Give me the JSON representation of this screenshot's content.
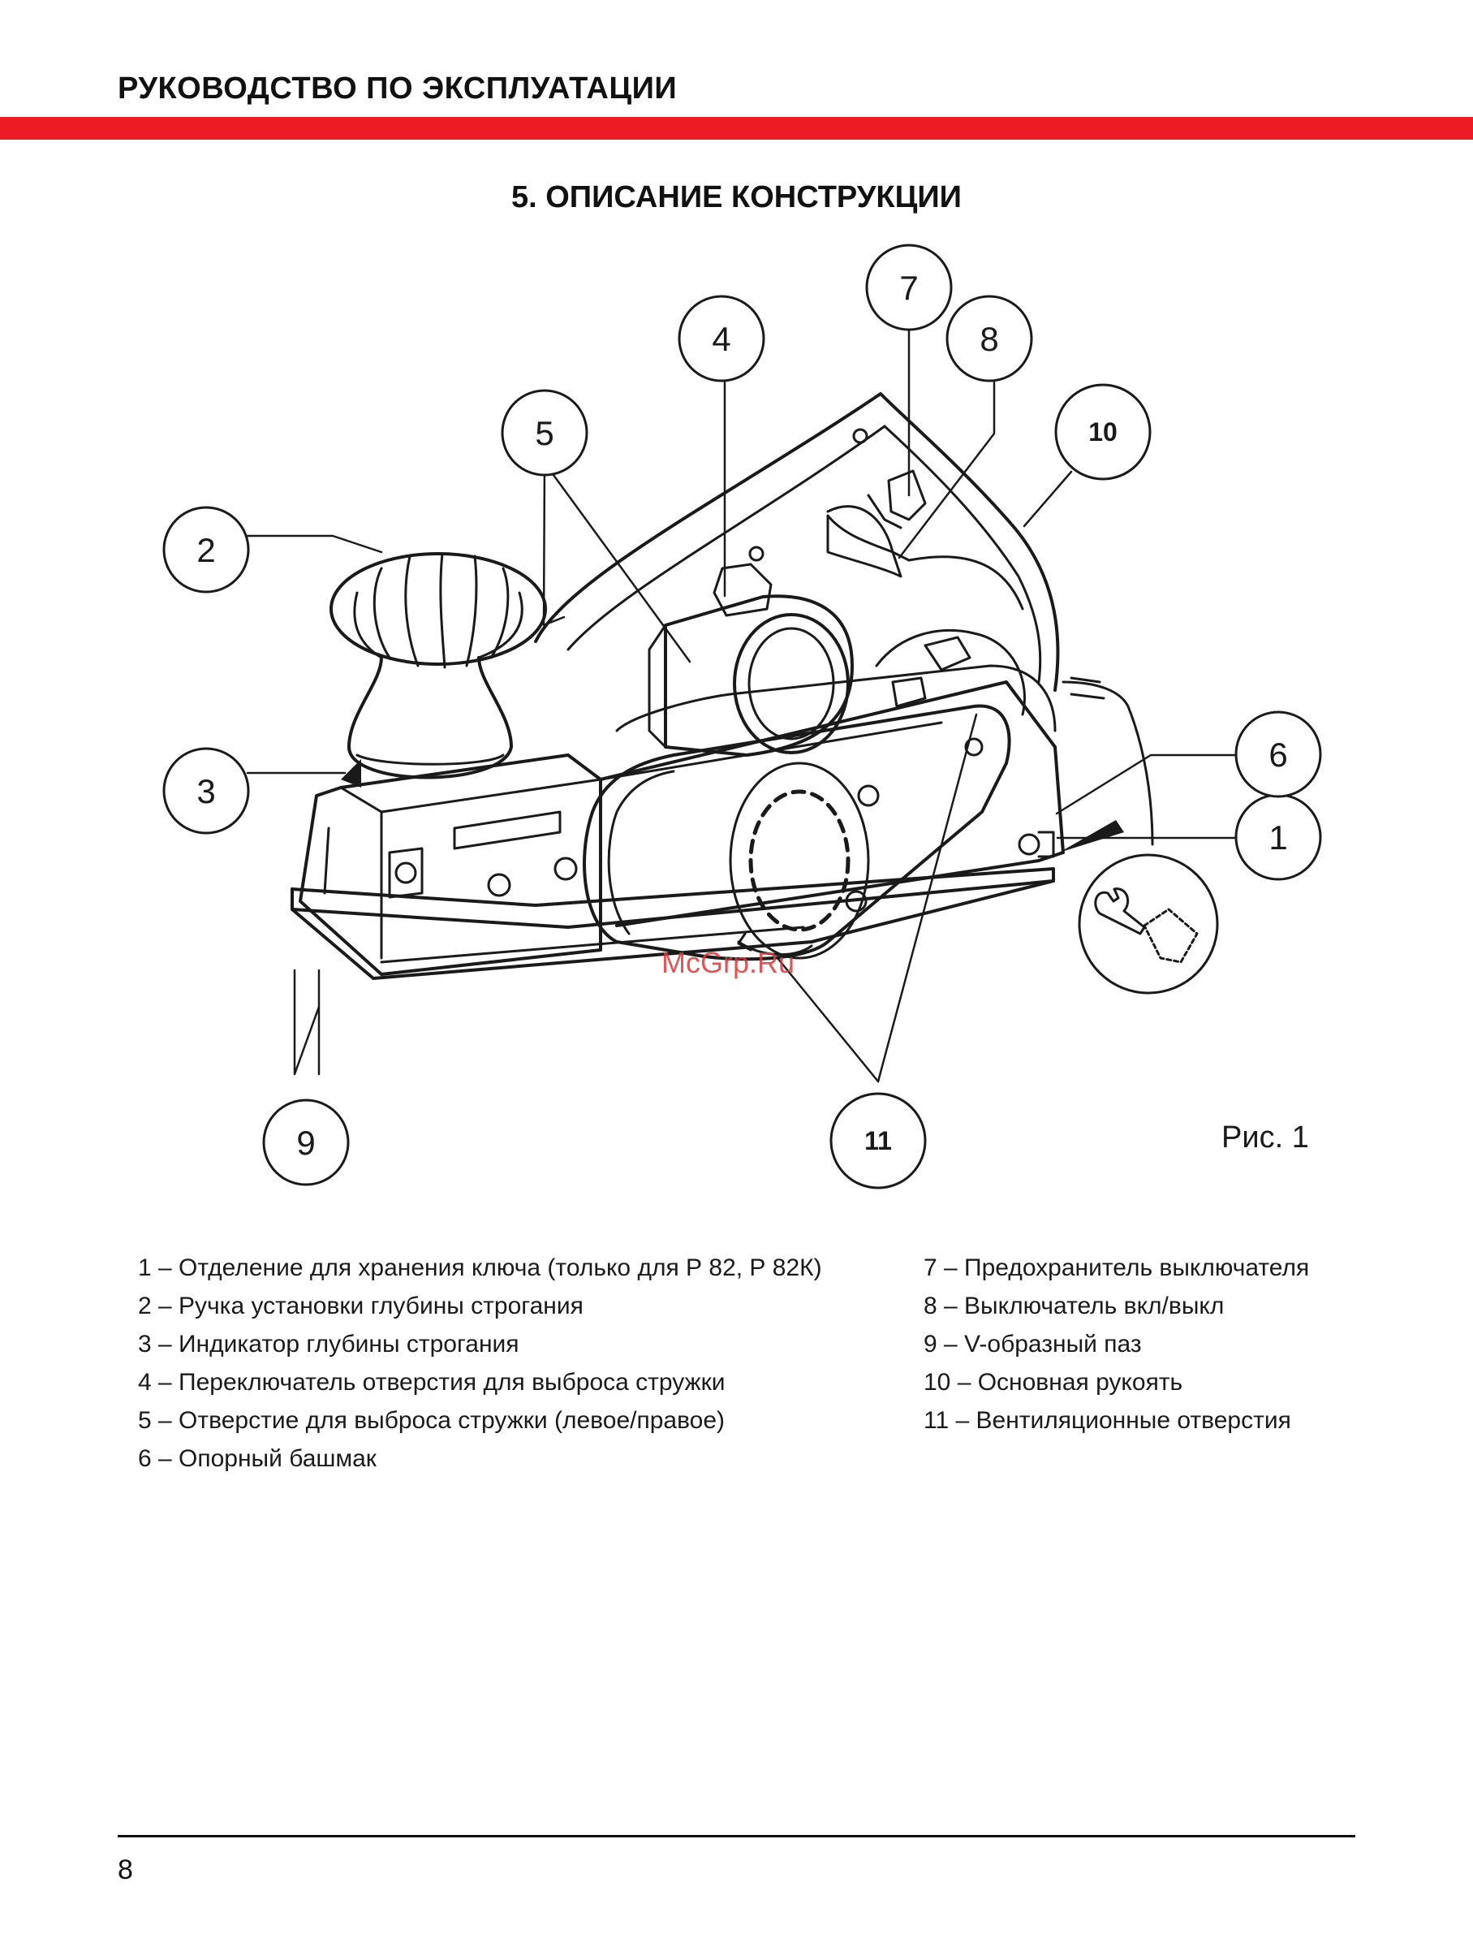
{
  "header": {
    "title": "РУКОВОДСТВО ПО ЭКСПЛУАТАЦИИ",
    "accent_color": "#ec1c24"
  },
  "section": {
    "title": "5. ОПИСАНИЕ КОНСТРУКЦИИ"
  },
  "figure": {
    "callouts": [
      "1",
      "2",
      "3",
      "4",
      "5",
      "6",
      "7",
      "8",
      "9",
      "10",
      "11"
    ],
    "caption": "Рис. 1",
    "watermark": "McGrp.Ru",
    "inset_icons": [
      "wrench-icon",
      "screw-icon"
    ]
  },
  "legend": {
    "left": [
      "1 – Отделение для хранения ключа (только для Р 82, Р 82К)",
      "2 – Ручка установки глубины строгания",
      "3 – Индикатор глубины строгания",
      "4 – Переключатель отверстия для выброса стружки",
      "5 – Отверстие для выброса стружки (левое/правое)",
      "6 – Опорный башмак"
    ],
    "right": [
      "7 – Предохранитель выключателя",
      "8 – Выключатель вкл/выкл",
      "9 – V-образный паз",
      "10 – Основная рукоять",
      "11 – Вентиляционные отверстия"
    ]
  },
  "footer": {
    "page_number": "8"
  }
}
